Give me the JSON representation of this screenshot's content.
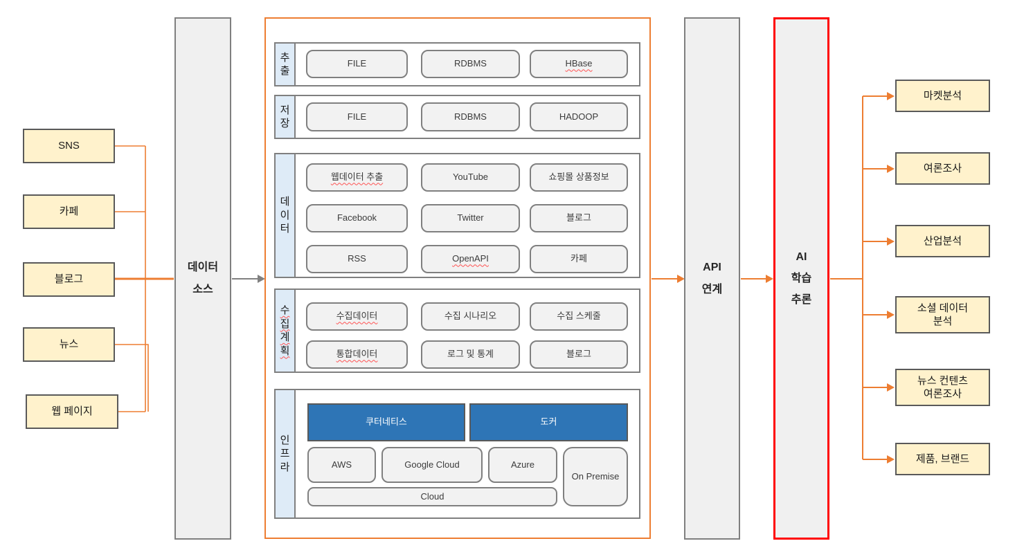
{
  "diagram": {
    "left_sources": [
      {
        "label": "SNS"
      },
      {
        "label": "카페"
      },
      {
        "label": "블로그"
      },
      {
        "label": "뉴스"
      },
      {
        "label": "웹 페이지"
      }
    ],
    "data_source_column": {
      "label": "데이터\n소스"
    },
    "api_column": {
      "label": "API\n연계"
    },
    "ai_column": {
      "label": "AI\n학습\n추론"
    },
    "pipeline_rows": [
      {
        "label": "추출",
        "items": [
          {
            "label": "FILE"
          },
          {
            "label": "RDBMS"
          },
          {
            "label": "HBase",
            "misspelled": true
          }
        ]
      },
      {
        "label": "저장",
        "items": [
          {
            "label": "FILE"
          },
          {
            "label": "RDBMS"
          },
          {
            "label": "HADOOP"
          }
        ]
      },
      {
        "label": "데이터",
        "items": [
          {
            "label": "웹데이터 추출",
            "misspelled": true
          },
          {
            "label": "YouTube"
          },
          {
            "label": "쇼핑몰 상품정보"
          },
          {
            "label": "Facebook"
          },
          {
            "label": "Twitter"
          },
          {
            "label": "블로그"
          },
          {
            "label": "RSS"
          },
          {
            "label": "OpenAPI",
            "misspelled": true
          },
          {
            "label": "카페"
          }
        ]
      },
      {
        "label": "수집계획",
        "label_misspelled": true,
        "items": [
          {
            "label": "수집데이터",
            "misspelled": true
          },
          {
            "label": "수집 시나리오"
          },
          {
            "label": "수집 스케줄"
          },
          {
            "label": "통합데이터",
            "misspelled": true
          },
          {
            "label": "로그 및 통계"
          },
          {
            "label": "블로그"
          }
        ]
      },
      {
        "label": "인프라",
        "platform_items": [
          {
            "label": "쿠터네티스"
          },
          {
            "label": "도커"
          }
        ],
        "cloud_items": [
          {
            "label": "AWS"
          },
          {
            "label": "Google Cloud"
          },
          {
            "label": "Azure"
          },
          {
            "label": "On Premise"
          },
          {
            "label": "Cloud"
          }
        ]
      }
    ],
    "outputs": [
      {
        "label": "마켓분석"
      },
      {
        "label": "여론조사"
      },
      {
        "label": "산업분석"
      },
      {
        "label": "소셜 데이터\n분석"
      },
      {
        "label": "뉴스 컨텐츠\n여론조사"
      },
      {
        "label": "제품, 브랜드"
      }
    ],
    "colors": {
      "accent_orange": "#ED7D31",
      "accent_red": "#FF0000",
      "box_yellow": "#FFF2CC",
      "label_blue": "#DEEBF7",
      "platform_blue": "#2E75B6",
      "panel_gray": "#F0F0F0",
      "line_gray": "#808080"
    }
  }
}
